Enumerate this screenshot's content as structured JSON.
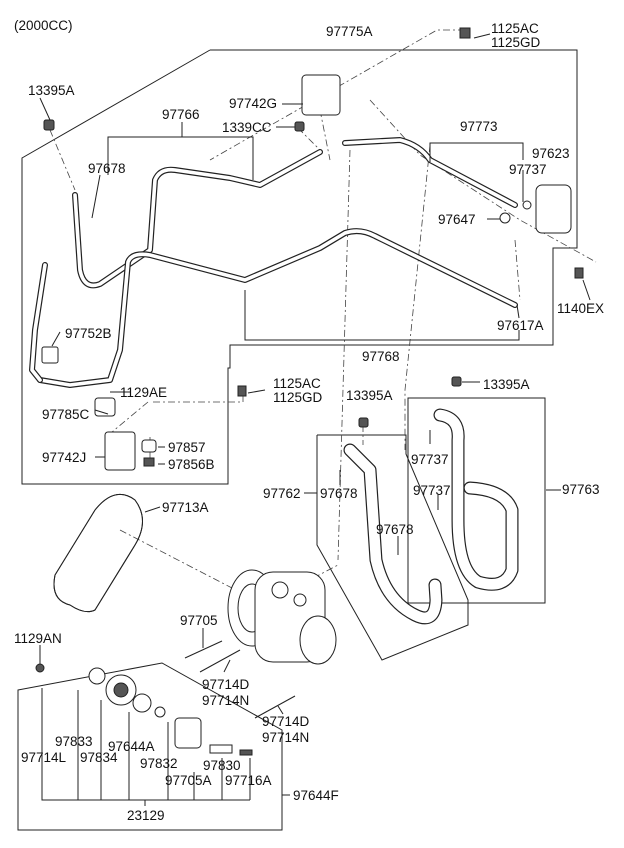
{
  "header": {
    "engine": "(2000CC)"
  },
  "labels": {
    "l97775A": "97775A",
    "l1125AC_top": "1125AC",
    "l1125GD_top": "1125GD",
    "l13395A_top": "13395A",
    "l97742G": "97742G",
    "l97766": "97766",
    "l1339CC": "1339CC",
    "l97773": "97773",
    "l97678_left": "97678",
    "l97623": "97623",
    "l97737_top": "97737",
    "l97647": "97647",
    "l1140EX": "1140EX",
    "l97617A": "97617A",
    "l97752B": "97752B",
    "l97768": "97768",
    "l1129AE": "1129AE",
    "l1125AC_mid": "1125AC",
    "l1125GD_mid": "1125GD",
    "l13395A_mid": "13395A",
    "l13395A_right": "13395A",
    "l97785C": "97785C",
    "l97857": "97857",
    "l97742J": "97742J",
    "l97856B": "97856B",
    "l97737_r1": "97737",
    "l97762": "97762",
    "l97678_mid": "97678",
    "l97737_r2": "97737",
    "l97763": "97763",
    "l97713A": "97713A",
    "l97678_low": "97678",
    "l97705": "97705",
    "l1129AN": "1129AN",
    "l97714D_1": "97714D",
    "l97714N_1": "97714N",
    "l97714D_2": "97714D",
    "l97714N_2": "97714N",
    "l97833": "97833",
    "l97714L": "97714L",
    "l97834": "97834",
    "l97644A": "97644A",
    "l97832": "97832",
    "l97830": "97830",
    "l97705A": "97705A",
    "l97716A": "97716A",
    "l97644F": "97644F",
    "l23129": "23129"
  }
}
